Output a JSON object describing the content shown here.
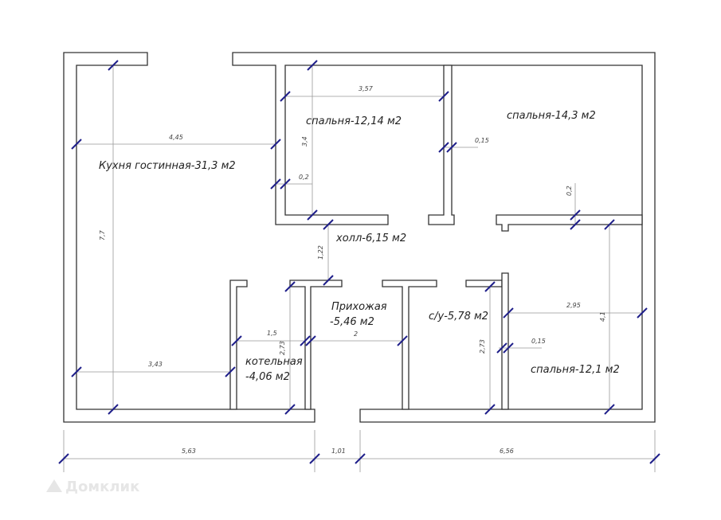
{
  "rooms": {
    "kitchen": "Кухня гостинная-31,3 м2",
    "bedroom1": "спальня-12,14 м2",
    "bedroom2": "спальня-14,3 м2",
    "hall": "холл-6,15 м2",
    "entry_1": "Прихожая",
    "entry_2": "-5,46 м2",
    "bathroom": "с/у-5,78 м2",
    "boiler_1": "котельная",
    "boiler_2": "-4,06 м2",
    "bedroom3": "спальня-12,1 м2"
  },
  "dimensions": {
    "d445": "4,45",
    "d77": "7,7",
    "d343": "3,43",
    "d357": "3,57",
    "d34": "3,4",
    "d02a": "0,2",
    "d015a": "0,15",
    "d02b": "0,2",
    "d122": "1,22",
    "d41": "4,1",
    "d295": "2,95",
    "d015b": "0,15",
    "d273a": "2,73",
    "d15": "1,5",
    "d2": "2",
    "d273b": "2,73",
    "d563": "5,63",
    "d101": "1,01",
    "d656": "6,56"
  },
  "watermark": "Домклик",
  "colors": {
    "tick": "#1f1f8a",
    "wall": "#333333"
  }
}
